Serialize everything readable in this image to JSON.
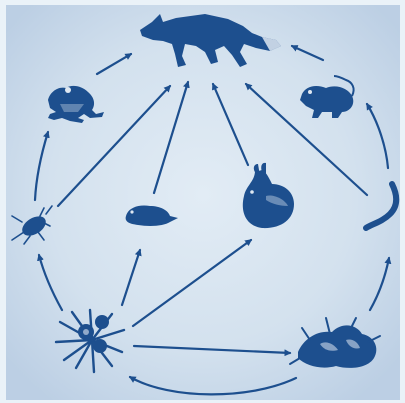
{
  "diagram": {
    "type": "food-web",
    "colors": {
      "frame": "#eaf2f8",
      "panel_light": "#dde8f2",
      "panel_dark": "#bccfe4",
      "ink": "#1d4f8e",
      "ink_dark": "#16406f"
    },
    "organisms": [
      {
        "id": "fox",
        "icon": "fox-icon"
      },
      {
        "id": "frog",
        "icon": "frog-icon"
      },
      {
        "id": "rat",
        "icon": "rat-icon"
      },
      {
        "id": "beetle",
        "icon": "beetle-icon"
      },
      {
        "id": "vole",
        "icon": "vole-icon"
      },
      {
        "id": "rabbit",
        "icon": "rabbit-icon"
      },
      {
        "id": "worm",
        "icon": "worm-icon"
      },
      {
        "id": "plant",
        "icon": "flowering-plant-icon"
      },
      {
        "id": "decaying-matter",
        "icon": "decaying-matter-icon"
      }
    ],
    "links": [
      {
        "from": "frog",
        "to": "fox"
      },
      {
        "from": "rat",
        "to": "fox"
      },
      {
        "from": "beetle",
        "to": "frog"
      },
      {
        "from": "beetle",
        "to": "fox"
      },
      {
        "from": "vole",
        "to": "fox"
      },
      {
        "from": "rabbit",
        "to": "fox"
      },
      {
        "from": "worm",
        "to": "fox"
      },
      {
        "from": "worm",
        "to": "rat"
      },
      {
        "from": "plant",
        "to": "beetle"
      },
      {
        "from": "plant",
        "to": "vole"
      },
      {
        "from": "plant",
        "to": "rabbit"
      },
      {
        "from": "plant",
        "to": "decaying-matter"
      },
      {
        "from": "decaying-matter",
        "to": "worm"
      },
      {
        "from": "decaying-matter",
        "to": "plant"
      }
    ]
  }
}
